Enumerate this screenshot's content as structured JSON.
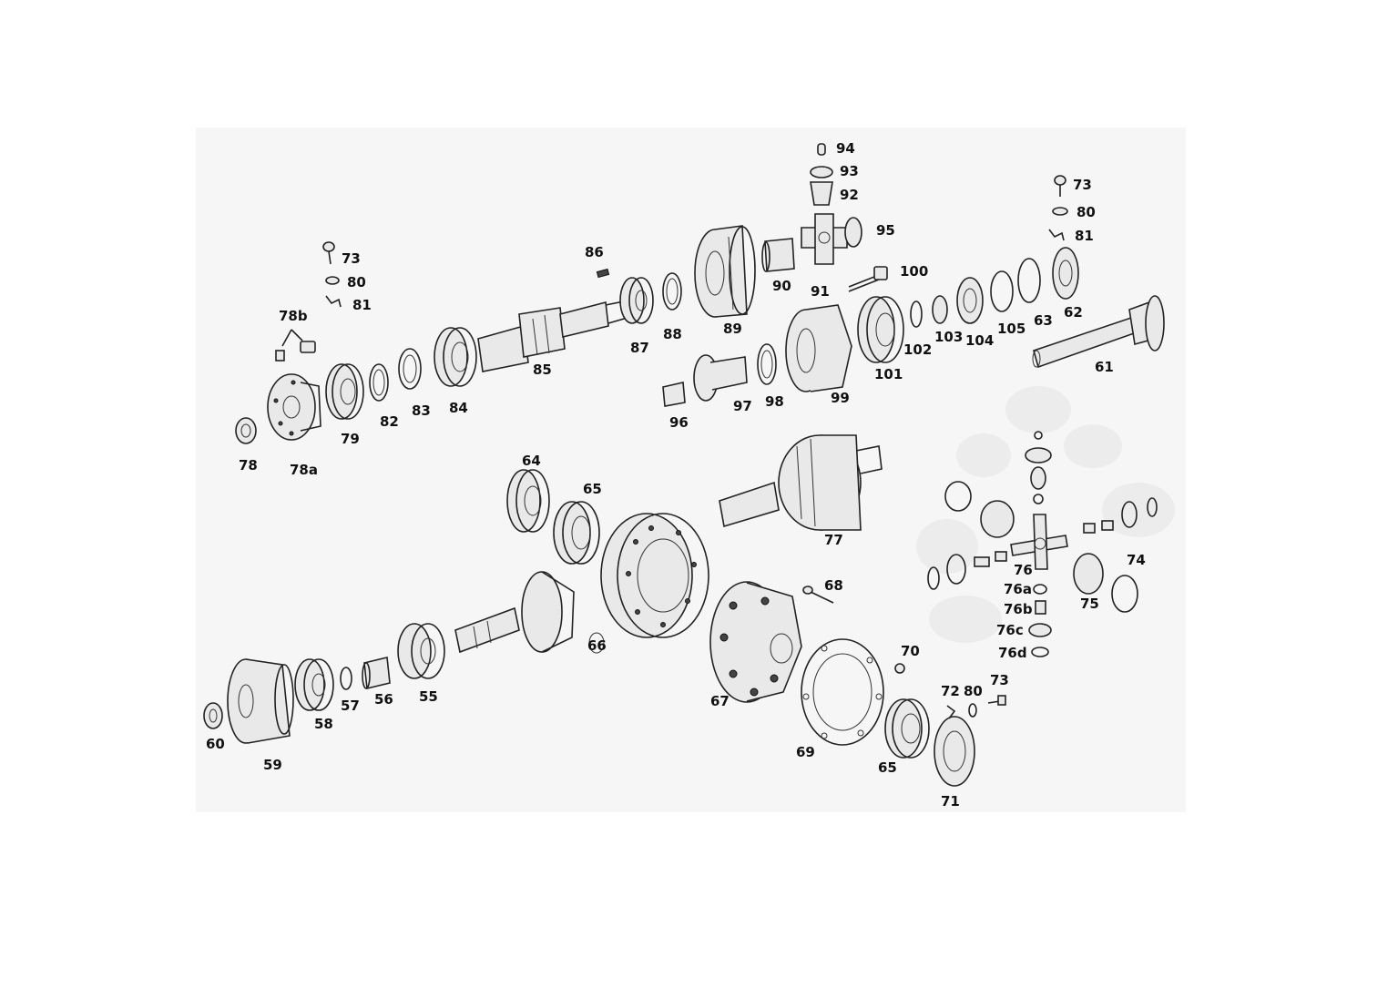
{
  "labels": {
    "l94": "94",
    "l93": "93",
    "l92": "92",
    "l95": "95",
    "l73a": "73",
    "l80a": "80",
    "l81a": "81",
    "l73b": "73",
    "l80b": "80",
    "l81b": "81",
    "l78b": "78b",
    "l86": "86",
    "l90": "90",
    "l91": "91",
    "l100": "100",
    "l89": "89",
    "l88": "88",
    "l87": "87",
    "l85": "85",
    "l84": "84",
    "l83": "83",
    "l82": "82",
    "l79": "79",
    "l78": "78",
    "l78a": "78a",
    "l96": "96",
    "l97": "97",
    "l98": "98",
    "l99": "99",
    "l101": "101",
    "l102": "102",
    "l103": "103",
    "l104": "104",
    "l105": "105",
    "l63": "63",
    "l62": "62",
    "l61": "61",
    "l64": "64",
    "l65a": "65",
    "l77": "77",
    "l68": "68",
    "l66": "66",
    "l55": "55",
    "l56": "56",
    "l57": "57",
    "l58": "58",
    "l59": "59",
    "l60": "60",
    "l67": "67",
    "l69": "69",
    "l70": "70",
    "l65b": "65",
    "l71": "71",
    "l72": "72",
    "l80c": "80",
    "l73c": "73",
    "l74": "74",
    "l75": "75",
    "l76": "76",
    "l76a": "76a",
    "l76b": "76b",
    "l76c": "76c",
    "l76d": "76d"
  }
}
